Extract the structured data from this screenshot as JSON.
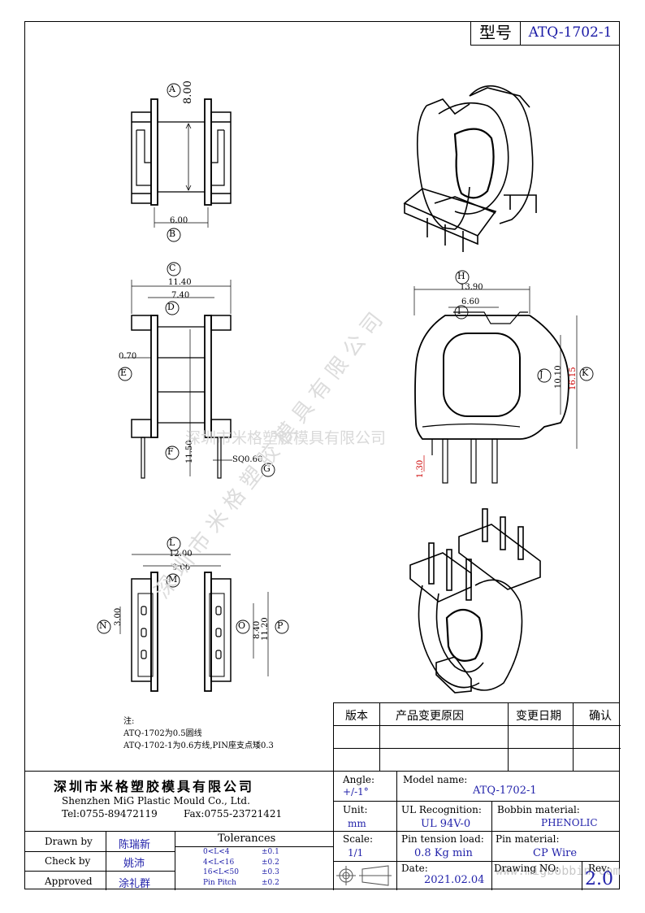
{
  "header": {
    "model_label": "型号",
    "model_value": "ATQ-1702-1"
  },
  "dimensions": {
    "top_view": {
      "a_tag": "A",
      "a_val": "8.00",
      "b_tag": "B",
      "b_val": "6.00"
    },
    "side_view": {
      "c_tag": "C",
      "c_val": "11.40",
      "d_tag": "D",
      "d_val": "7.40",
      "e_tag": "E",
      "e_val": "0.70",
      "f_tag": "F",
      "f_val": "11.50",
      "g_tag": "G",
      "g_val": "SQ0.60"
    },
    "front_view": {
      "h_tag": "H",
      "h_val": "13.90",
      "i_tag": "I",
      "i_val": "6.60",
      "j_tag": "J",
      "j_val": "10.10",
      "k_tag": "K",
      "k_val": "16.15",
      "pin_val": "1.30"
    },
    "bottom_view": {
      "l_tag": "L",
      "l_val": "12.00",
      "m_tag": "M",
      "m_val": "9.00",
      "n_tag": "N",
      "n_val": "3.00",
      "o_tag": "O",
      "o_val": "8.40",
      "p_tag": "P",
      "p_val": "11.20"
    }
  },
  "watermark": {
    "text": "深圳市米格塑胶模具有限公司",
    "diag": "深 圳 市 米 格 塑 胶 模 具 有 限 公 司",
    "url": "www.migbobbin.com"
  },
  "notes": {
    "title": "注:",
    "line1": "ATQ-1702为0.5圆线",
    "line2": "ATQ-1702-1为0.6方线,PIN座支点矮0.3"
  },
  "revision_table": {
    "headers": [
      "版本",
      "产品变更原因",
      "变更日期",
      "确认"
    ]
  },
  "company": {
    "name_cn": "深圳市米格塑胶模具有限公司",
    "name_en": "Shenzhen MiG Plastic Mould Co., Ltd.",
    "tel": "Tel:0755-89472119",
    "fax": "Fax:0755-23721421"
  },
  "signoff": {
    "drawn_label": "Drawn by",
    "drawn_name": "陈瑞新",
    "check_label": "Check by",
    "check_name": "姚沛",
    "approved_label": "Approved",
    "approved_name": "涂礼群"
  },
  "tolerances": {
    "title": "Tolerances",
    "rows": [
      {
        "range": "0<L<4",
        "val": "±0.1"
      },
      {
        "range": "4<L<16",
        "val": "±0.2"
      },
      {
        "range": "16<L<50",
        "val": "±0.3"
      },
      {
        "range": "Pin Pitch",
        "val": "±0.2"
      }
    ]
  },
  "specs": {
    "angle_label": "Angle:",
    "angle_val": "+/-1°",
    "unit_label": "Unit:",
    "unit_val": "mm",
    "scale_label": "Scale:",
    "scale_val": "1/1",
    "model_label": "Model name:",
    "model_val": "ATQ-1702-1",
    "ul_label": "UL Recognition:",
    "ul_val": "UL 94V-0",
    "bobbin_label": "Bobbin material:",
    "bobbin_val": "PHENOLIC",
    "pin_tension_label": "Pin tension load:",
    "pin_tension_val": "0.8 Kg min",
    "pin_mat_label": "Pin material:",
    "pin_mat_val": "CP Wire",
    "date_label": "Date:",
    "date_val": "2021.02.04",
    "drawing_label": "Drawing NO:",
    "drawing_val": "",
    "rev_label": "Rev:",
    "rev_val": "2.0"
  }
}
